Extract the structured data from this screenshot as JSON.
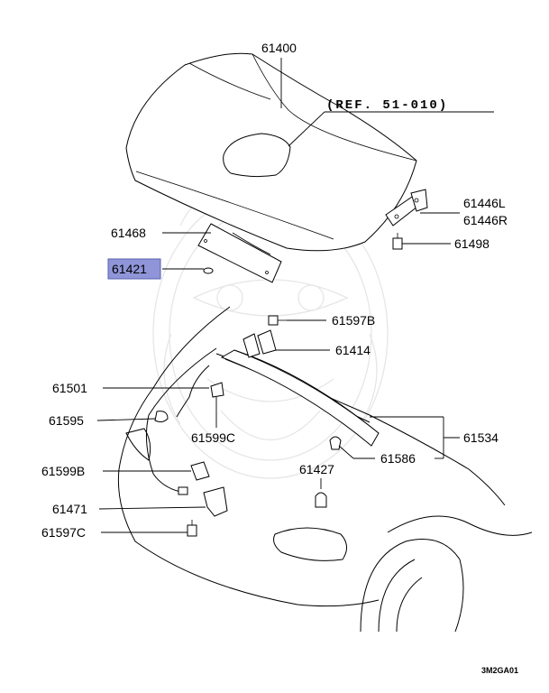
{
  "diagram": {
    "reference_note": "(REF. 51-010)",
    "diagram_code": "3M2GA01",
    "highlight_color": "#8f95d8",
    "highlighted_part": "61421",
    "parts": {
      "p61400": "61400",
      "p61468": "61468",
      "p61421": "61421",
      "p61446L": "61446L",
      "p61446R": "61446R",
      "p61498": "61498",
      "p61597B": "61597B",
      "p61414": "61414",
      "p61501": "61501",
      "p61595": "61595",
      "p61599C": "61599C",
      "p61534": "61534",
      "p61586": "61586",
      "p61599B": "61599B",
      "p61427": "61427",
      "p61471": "61471",
      "p61597C": "61597C"
    }
  }
}
